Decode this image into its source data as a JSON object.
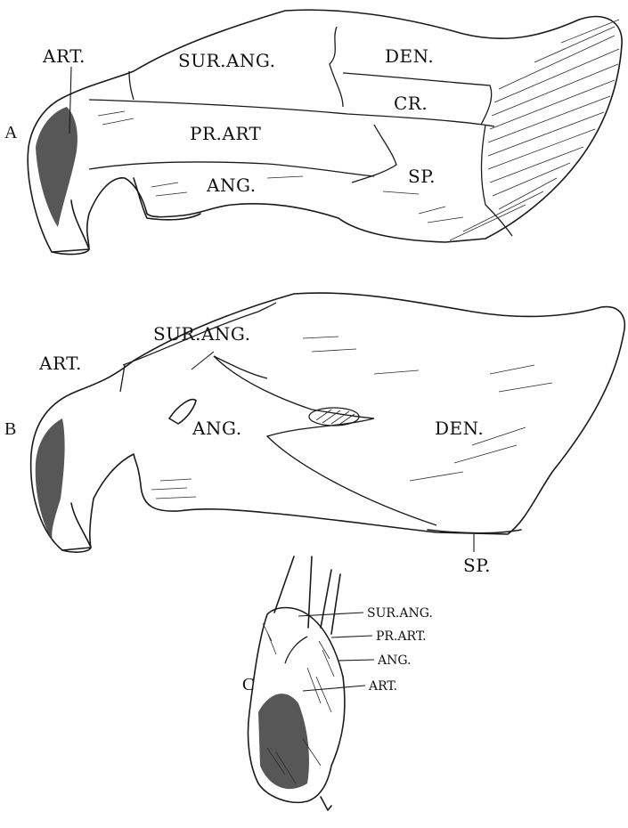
{
  "figure_panels": {
    "a": {
      "letter": "A",
      "labels": {
        "art": "ART.",
        "sur_ang": "SUR.ANG.",
        "den": "DEN.",
        "cr": "CR.",
        "pr_art": "PR.ART",
        "sp": "SP.",
        "ang": "ANG."
      }
    },
    "b": {
      "letter": "B",
      "labels": {
        "sur_ang": "SUR.ANG.",
        "art": "ART.",
        "ang": "ANG.",
        "den": "DEN.",
        "sp": "SP."
      }
    },
    "c": {
      "letter": "C",
      "labels": {
        "sur_ang": "SUR.ANG.",
        "pr_art": "PR.ART.",
        "ang": "ANG.",
        "art": "ART."
      }
    }
  }
}
